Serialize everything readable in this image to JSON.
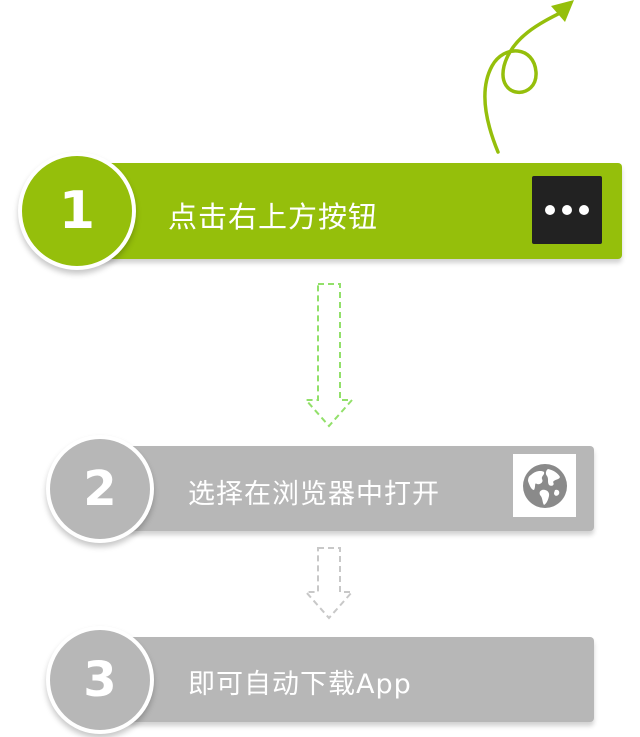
{
  "steps": [
    {
      "number": "1",
      "text": "点击右上方按钮"
    },
    {
      "number": "2",
      "text": "选择在浏览器中打开"
    },
    {
      "number": "3",
      "text": "即可自动下载App"
    }
  ],
  "icons": {
    "curl_arrow": "curly-arrow-icon",
    "more": "more-dots-icon",
    "browser": "globe-icon",
    "connector": "dashed-down-arrow-icon"
  },
  "colors": {
    "active": "#95bf0b",
    "inactive": "#b7b7b7",
    "more_button_bg": "#222222",
    "arrow_active": "#92e06a",
    "arrow_inactive": "#c8c8c8"
  }
}
